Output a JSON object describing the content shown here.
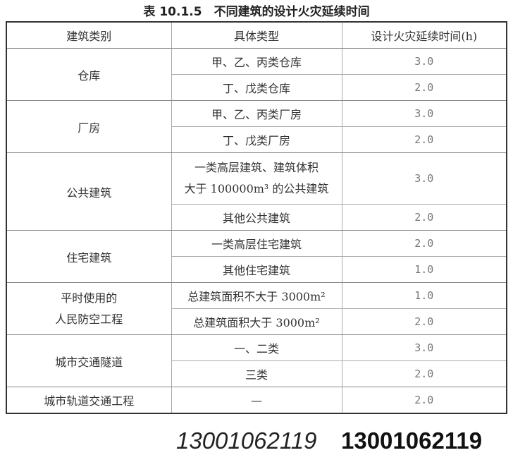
{
  "title": "表 10.1.5　不同建筑的设计火灾延续时间",
  "headers": [
    "建筑类别",
    "具体类型",
    "设计火灾延续时间(h)"
  ],
  "groups": [
    {
      "category": "仓库",
      "rows": [
        {
          "type": "甲、乙、丙类仓库",
          "value": "3.0"
        },
        {
          "type": "丁、戊类仓库",
          "value": "2.0"
        }
      ]
    },
    {
      "category": "厂房",
      "rows": [
        {
          "type": "甲、乙、丙类厂房",
          "value": "3.0"
        },
        {
          "type": "丁、戊类厂房",
          "value": "2.0"
        }
      ]
    },
    {
      "category": "公共建筑",
      "rows": [
        {
          "type_line1": "一类高层建筑、建筑体积",
          "type_line2": "大于 100000m³ 的公共建筑",
          "value": "3.0"
        },
        {
          "type": "其他公共建筑",
          "value": "2.0"
        }
      ]
    },
    {
      "category": "住宅建筑",
      "rows": [
        {
          "type": "一类高层住宅建筑",
          "value": "2.0"
        },
        {
          "type": "其他住宅建筑",
          "value": "1.0"
        }
      ]
    },
    {
      "category_line1": "平时使用的",
      "category_line2": "人民防空工程",
      "rows": [
        {
          "type": "总建筑面积不大于 3000m²",
          "value": "1.0"
        },
        {
          "type": "总建筑面积大于 3000m²",
          "value": "2.0"
        }
      ]
    },
    {
      "category": "城市交通隧道",
      "rows": [
        {
          "type": "一、二类",
          "value": "3.0"
        },
        {
          "type": "三类",
          "value": "2.0"
        }
      ]
    },
    {
      "category": "城市轨道交通工程",
      "rows": [
        {
          "type": "—",
          "value": "2.0"
        }
      ]
    }
  ],
  "watermark": "13001062119"
}
